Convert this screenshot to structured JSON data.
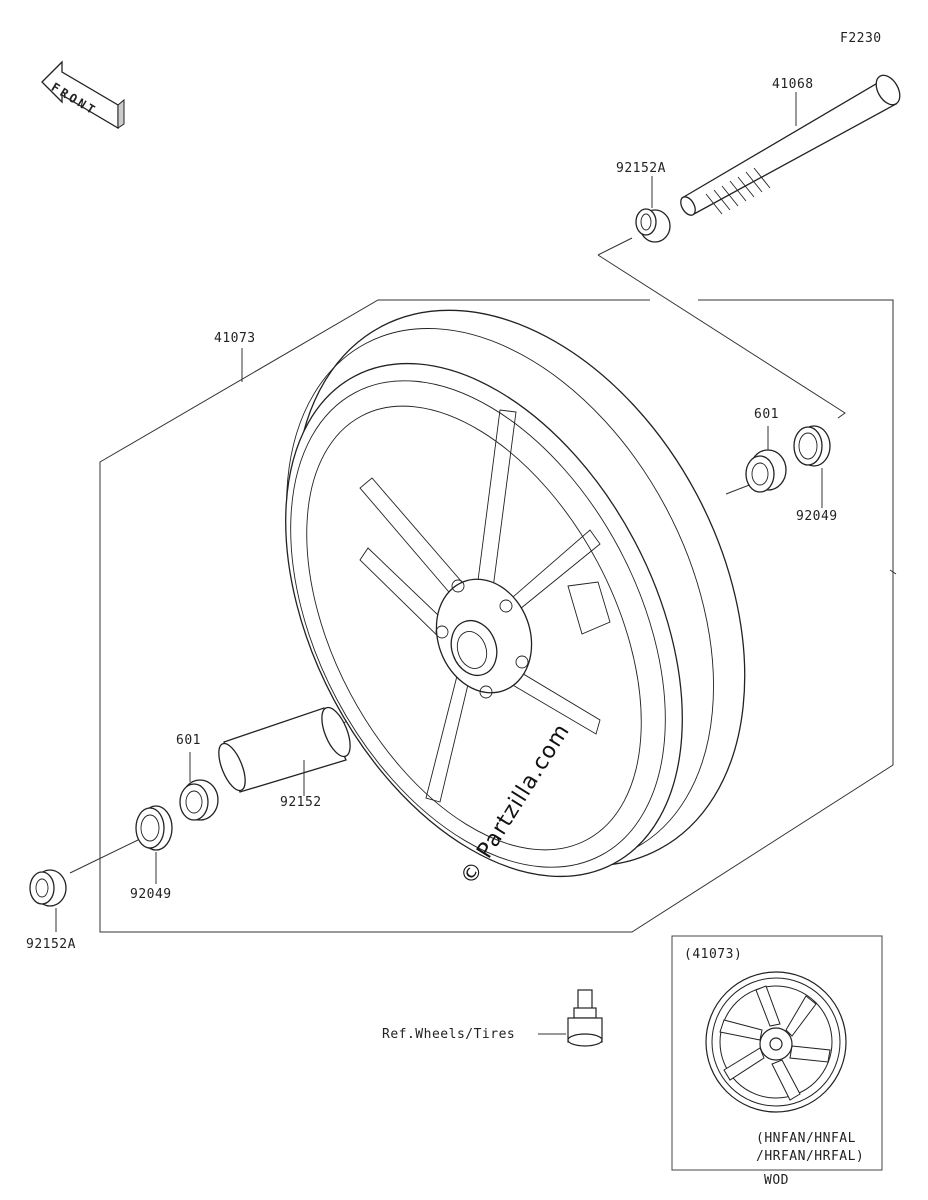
{
  "diagram": {
    "code": "F2230",
    "front_arrow_label": "FRONT",
    "parts": [
      {
        "id": "axle",
        "label": "41068"
      },
      {
        "id": "collar-top",
        "label": "92152A"
      },
      {
        "id": "wheel",
        "label": "41073"
      },
      {
        "id": "bearing-right",
        "label": "601"
      },
      {
        "id": "seal-right",
        "label": "92049"
      },
      {
        "id": "bearing-left",
        "label": "601"
      },
      {
        "id": "spacer",
        "label": "92152"
      },
      {
        "id": "seal-left",
        "label": "92049"
      },
      {
        "id": "collar-bottom",
        "label": "92152A"
      }
    ],
    "valve_ref": "Ref.Wheels/Tires",
    "inset": {
      "title": "(41073)",
      "models_line1": "(HNFAN/HNFAL",
      "models_line2": "/HRFAN/HRFAL)",
      "variant": "WOD"
    },
    "watermark": "© Partzilla.com"
  }
}
